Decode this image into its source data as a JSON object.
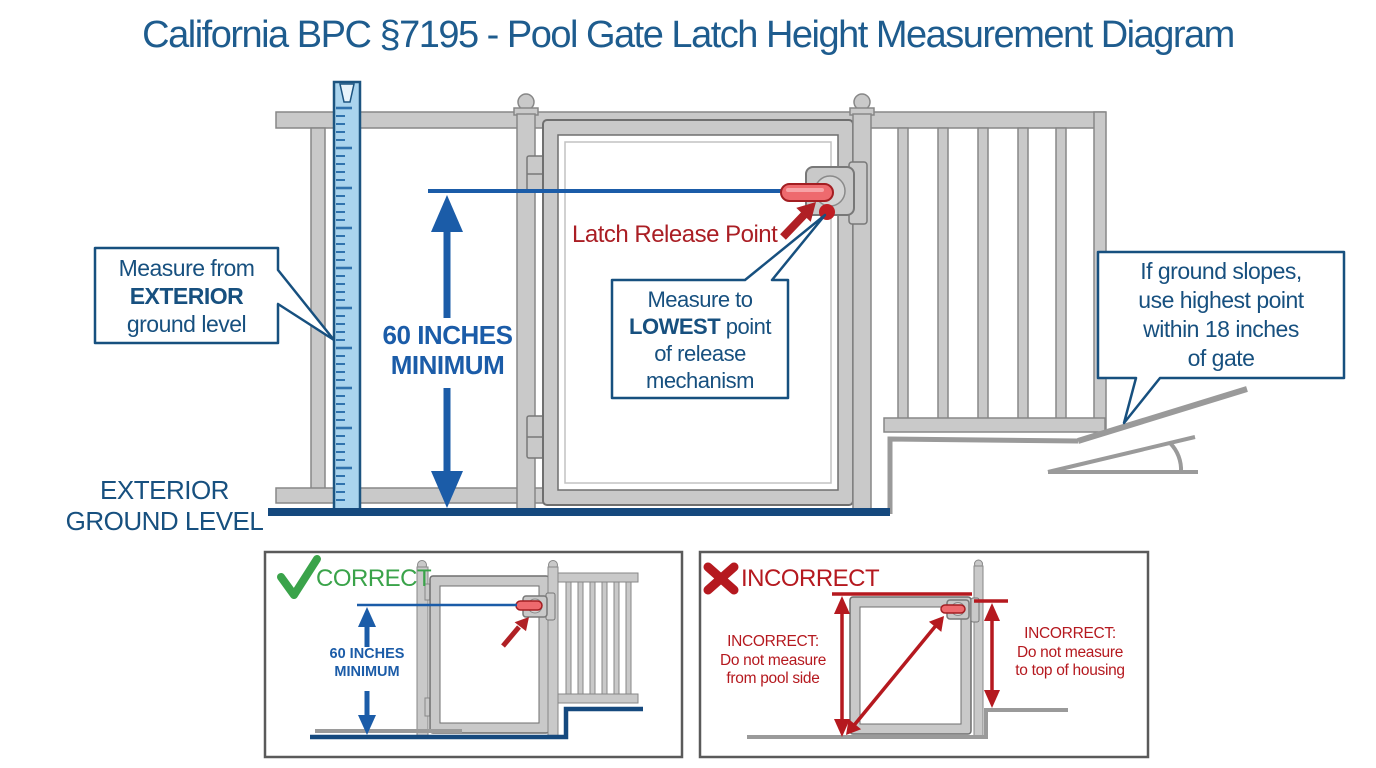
{
  "title": "California BPC §7195 - Pool Gate Latch Height Measurement Diagram",
  "diagram": {
    "callout_exterior": {
      "line1": "Measure from",
      "line2": "EXTERIOR",
      "line3": "ground level"
    },
    "measurement": {
      "line1": "60 INCHES",
      "line2": "MINIMUM"
    },
    "latch_release": "Latch Release Point",
    "callout_lowest": {
      "line1": "Measure to",
      "bold": "LOWEST",
      "after_bold": " point",
      "line3": "of release",
      "line4": "mechanism"
    },
    "callout_slope": {
      "line1": "If ground slopes,",
      "line2": "use highest point",
      "line3": "within 18 inches",
      "line4": "of gate"
    },
    "ground_level": {
      "line1": "EXTERIOR",
      "line2": "GROUND LEVEL"
    }
  },
  "correct_panel": {
    "header": "CORRECT",
    "measurement": {
      "line1": "60 INCHES",
      "line2": "MINIMUM"
    }
  },
  "incorrect_panel": {
    "header": "INCORRECT",
    "pool_side_label": {
      "line1": "INCORRECT:",
      "line2": "Do not measure",
      "line3": "from pool side"
    },
    "housing_label": {
      "line1": "INCORRECT:",
      "line2": "Do not measure",
      "line3": "to top of housing"
    }
  },
  "colors": {
    "title_blue": "#1e5c8e",
    "measurement_blue": "#1b5ca8",
    "callout_blue": "#17507f",
    "ground_blue": "#15497e",
    "alert_red": "#b5191f",
    "latch_handle_red": "#ee6a6e",
    "success_green": "#3aa34a",
    "fence_gray": "#c9c9c9",
    "ruler_blue": "#aad4ee"
  }
}
